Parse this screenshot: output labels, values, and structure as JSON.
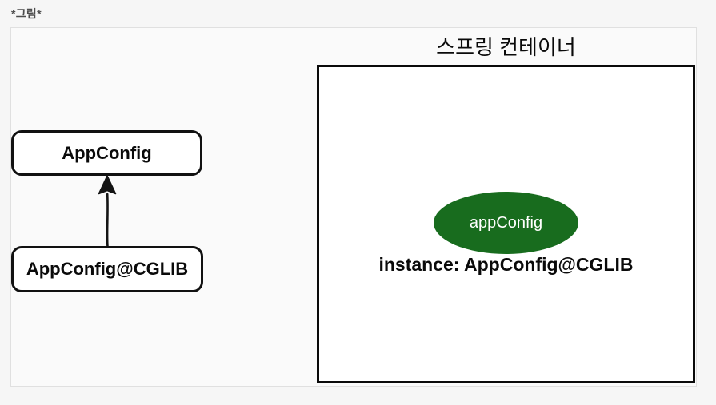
{
  "figure_label": "*그림*",
  "diagram": {
    "container_title": "스프링 컨테이너",
    "class_boxes": [
      {
        "label": "AppConfig"
      },
      {
        "label": "AppConfig@CGLIB"
      }
    ],
    "arrow": {
      "direction": "up",
      "from": "AppConfig@CGLIB",
      "to": "AppConfig"
    },
    "bean": {
      "name": "appConfig",
      "instance_text": "instance: AppConfig@CGLIB"
    },
    "colors": {
      "bean_fill": "#186c1e",
      "bean_text": "#ffffff",
      "stroke": "#0a0a0a",
      "frame_border": "#e0e0e0"
    }
  }
}
